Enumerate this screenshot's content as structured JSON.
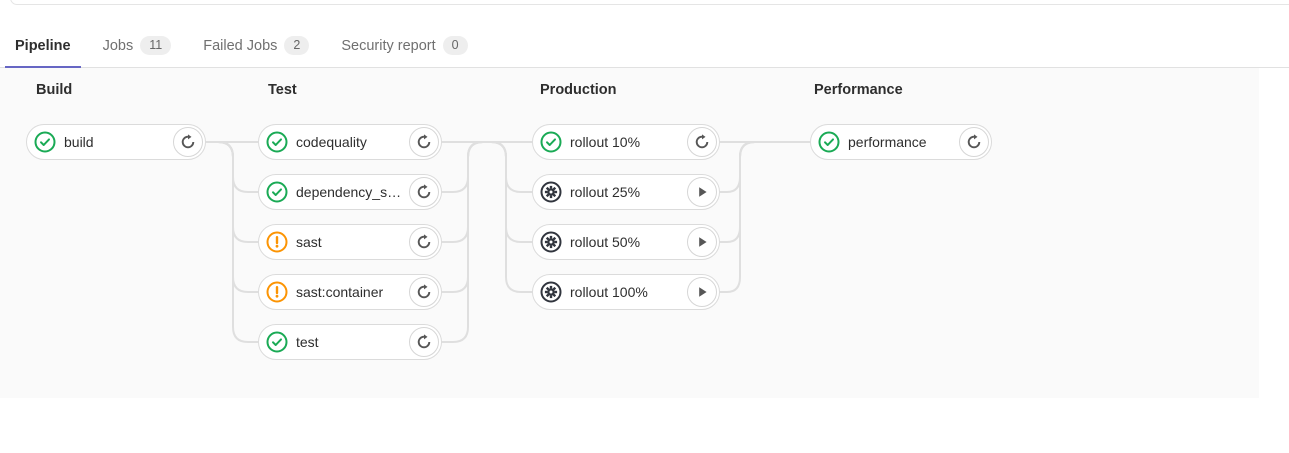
{
  "tabs": [
    {
      "label": "Pipeline",
      "active": true
    },
    {
      "label": "Jobs",
      "badge": "11"
    },
    {
      "label": "Failed Jobs",
      "badge": "2"
    },
    {
      "label": "Security report",
      "badge": "0"
    }
  ],
  "pipeline": {
    "stages": [
      {
        "name": "Build",
        "jobs": [
          {
            "label": "build",
            "status": "success",
            "action": "retry"
          }
        ]
      },
      {
        "name": "Test",
        "jobs": [
          {
            "label": "codequality",
            "status": "success",
            "action": "retry"
          },
          {
            "label": "dependency_s…",
            "status": "success",
            "action": "retry"
          },
          {
            "label": "sast",
            "status": "warning",
            "action": "retry"
          },
          {
            "label": "sast:container",
            "status": "warning",
            "action": "retry"
          },
          {
            "label": "test",
            "status": "success",
            "action": "retry"
          }
        ]
      },
      {
        "name": "Production",
        "jobs": [
          {
            "label": "rollout 10%",
            "status": "success",
            "action": "retry"
          },
          {
            "label": "rollout 25%",
            "status": "manual",
            "action": "play"
          },
          {
            "label": "rollout 50%",
            "status": "manual",
            "action": "play"
          },
          {
            "label": "rollout 100%",
            "status": "manual",
            "action": "play"
          }
        ]
      },
      {
        "name": "Performance",
        "jobs": [
          {
            "label": "performance",
            "status": "success",
            "action": "retry"
          }
        ]
      }
    ]
  },
  "icons": {
    "success": "check-circle",
    "warning": "exclamation-circle",
    "manual": "gear-circle",
    "retry": "retry-circular-arrow",
    "play": "play-triangle"
  },
  "colors": {
    "success": "#1aaa55",
    "warning": "#fc9403",
    "manual": "#31353e",
    "accent_tab": "#6666c4",
    "connector": "#dfdfdf",
    "graph_background": "#fafafa"
  }
}
